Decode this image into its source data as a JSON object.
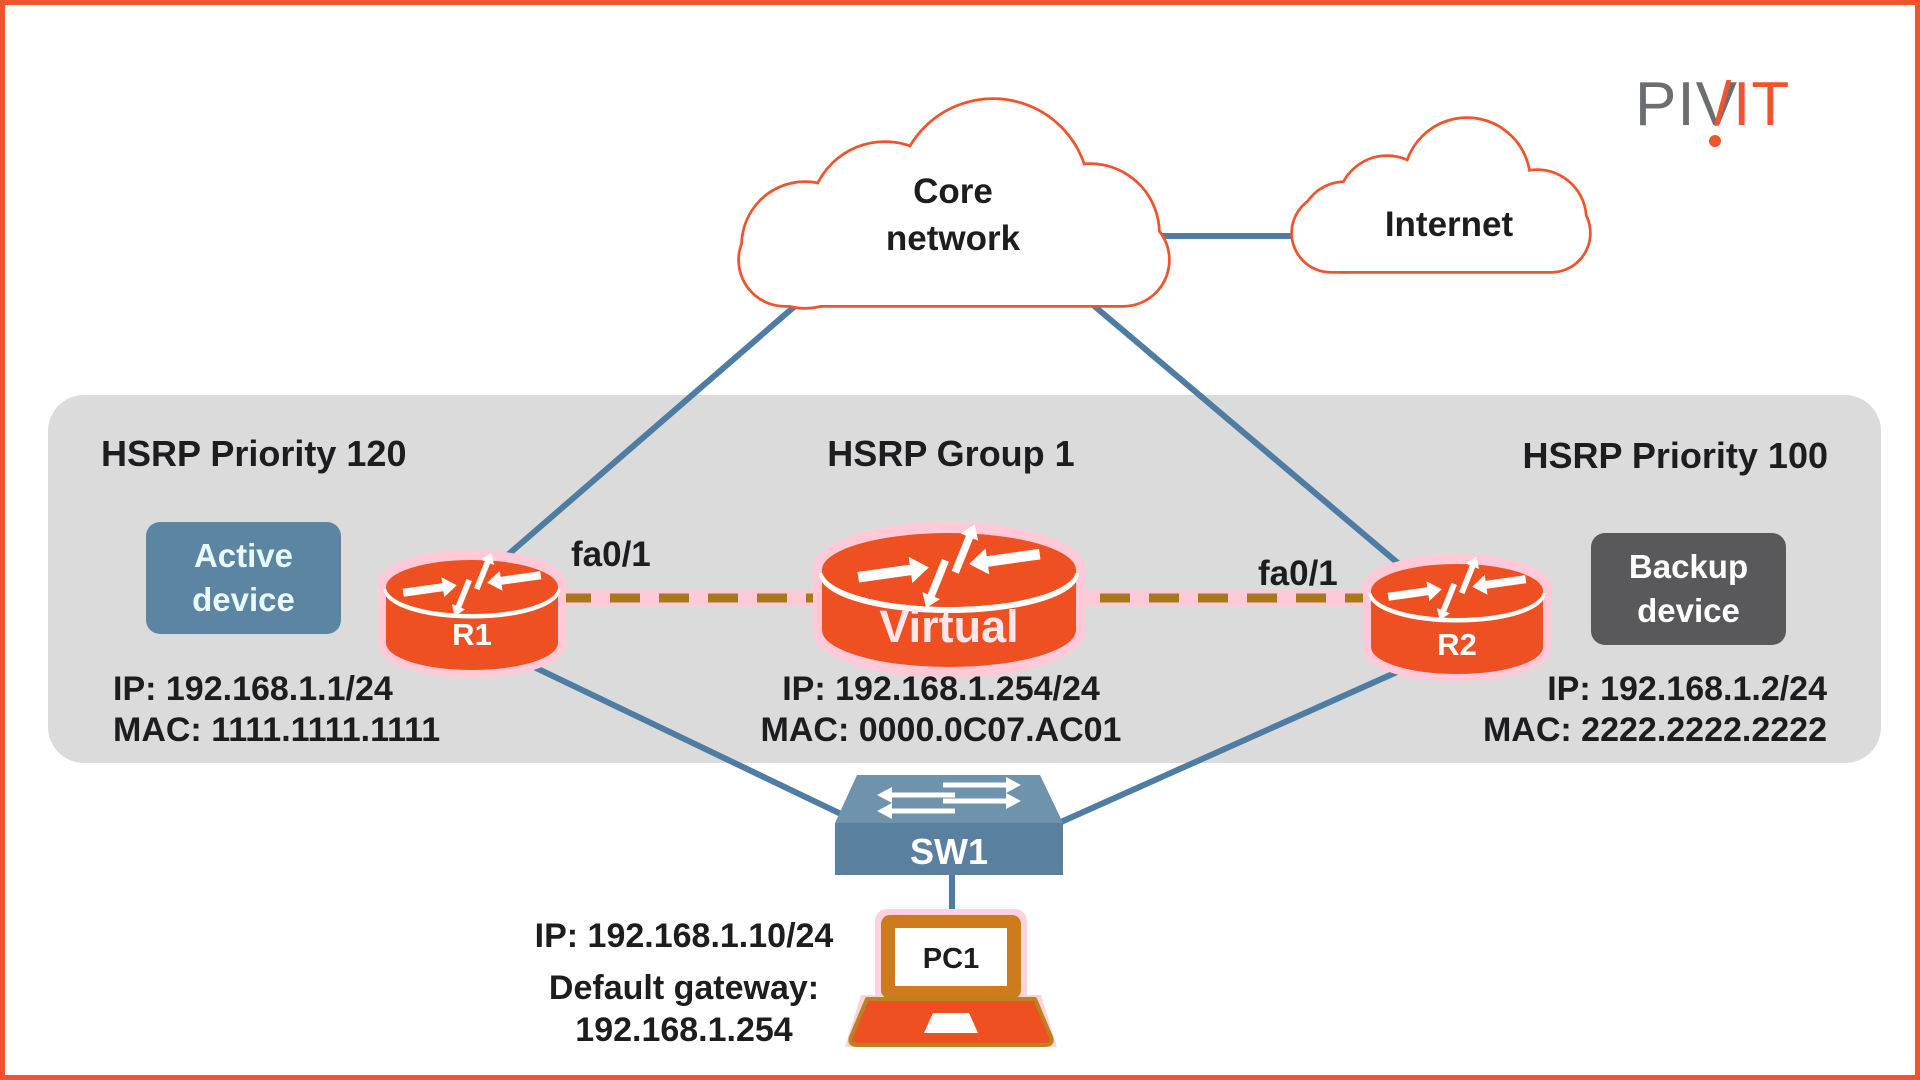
{
  "logo": {
    "gray": "PIV",
    "slash": "/",
    "orange": "IT"
  },
  "clouds": {
    "core": {
      "line1": "Core",
      "line2": "network"
    },
    "internet": {
      "label": "Internet"
    }
  },
  "hsrp": {
    "left_priority": "HSRP Priority 120",
    "group": "HSRP Group 1",
    "right_priority": "HSRP Priority 100"
  },
  "interfaces": {
    "left": "fa0/1",
    "right": "fa0/1"
  },
  "roles": {
    "active": {
      "line1": "Active",
      "line2": "device"
    },
    "backup": {
      "line1": "Backup",
      "line2": "device"
    }
  },
  "routers": {
    "r1": {
      "label": "R1",
      "ip": "IP: 192.168.1.1/24",
      "mac": "MAC: 1111.1111.1111"
    },
    "virtual": {
      "label": "Virtual",
      "ip": "IP: 192.168.1.254/24",
      "mac": "MAC: 0000.0C07.AC01"
    },
    "r2": {
      "label": "R2",
      "ip": "IP: 192.168.1.2/24",
      "mac": "MAC: 2222.2222.2222"
    }
  },
  "switch": {
    "label": "SW1"
  },
  "pc": {
    "label": "PC1",
    "ip": "IP: 192.168.1.10/24",
    "gateway_label": "Default gateway:",
    "gateway_value": "192.168.1.254"
  },
  "colors": {
    "brand_orange": "#F0542C",
    "router_orange": "#EE5022",
    "steel_blue": "#4E7CA2",
    "band_gray": "#DBDBDC",
    "active_blue": "#5B85A3",
    "backup_gray": "#59595B",
    "dash_gold": "#A8791B",
    "glow_pink": "#FFC9D8"
  }
}
